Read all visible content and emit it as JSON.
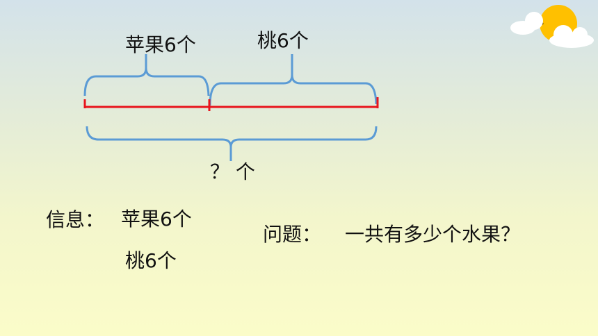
{
  "diagram": {
    "label_apple": "苹果6个",
    "label_peach": "桃6个",
    "label_total": "？ 个"
  },
  "info": {
    "heading": "信息：",
    "line1": "苹果6个",
    "line2": "桃6个"
  },
  "question": {
    "heading": "问题：",
    "text": "一共有多少个水果？"
  },
  "colors": {
    "brace": "#5b9bd5",
    "line": "#e8141c",
    "sun": "#ffc000"
  },
  "icons": [
    "sun-icon",
    "cloud-icon"
  ]
}
